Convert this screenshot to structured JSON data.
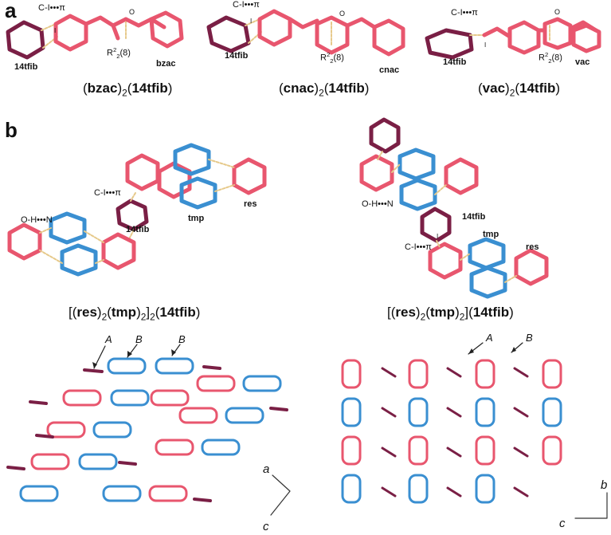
{
  "panels": {
    "a": {
      "letter": "a"
    },
    "b": {
      "letter": "b"
    }
  },
  "captions": {
    "bzac": {
      "pre": "(",
      "mol": "bzac",
      "post": ")",
      "sub": "2",
      "open": "(",
      "co": "14tfib",
      "close": ")"
    },
    "cnac": {
      "pre": "(",
      "mol": "cnac",
      "post": ")",
      "sub": "2",
      "open": "(",
      "co": "14tfib",
      "close": ")"
    },
    "vac": {
      "pre": "(",
      "mol": "vac",
      "post": ")",
      "sub": "2",
      "open": "(",
      "co": "14tfib",
      "close": ")"
    },
    "left_b": {
      "o1": "[(",
      "m1": "res",
      "c1": ")",
      "s1": "2",
      "o2": "(",
      "m2": "tmp",
      "c2": ")",
      "s2": "2",
      "c3": "]",
      "s3": "2",
      "o3": "(",
      "m3": "14tfib",
      "c4": ")"
    },
    "right_b": {
      "o1": "[(",
      "m1": "res",
      "c1": ")",
      "s1": "2",
      "o2": "(",
      "m2": "tmp",
      "c2": ")",
      "s2": "2",
      "c3": "](",
      "m3": "14tfib",
      "c4": ")"
    }
  },
  "labels": {
    "cipi": "C-I•••π",
    "iodine": "I",
    "oxygen": "O",
    "ring_motif": "R",
    "ring_sup": "2",
    "ring_sub": "2",
    "ring_size": "(8)",
    "tfib": "14tfib",
    "bzac": "bzac",
    "cnac": "cnac",
    "vac": "vac",
    "ohn": "O-H•••N",
    "tmp": "tmp",
    "res": "res",
    "A": "A",
    "B": "B",
    "axis_a": "a",
    "axis_b": "b",
    "axis_c": "c"
  },
  "colors": {
    "coformer": "#e8566e",
    "tfib": "#7a1f45",
    "tmp": "#3a8fd1",
    "hbond": "#e6c98a"
  }
}
